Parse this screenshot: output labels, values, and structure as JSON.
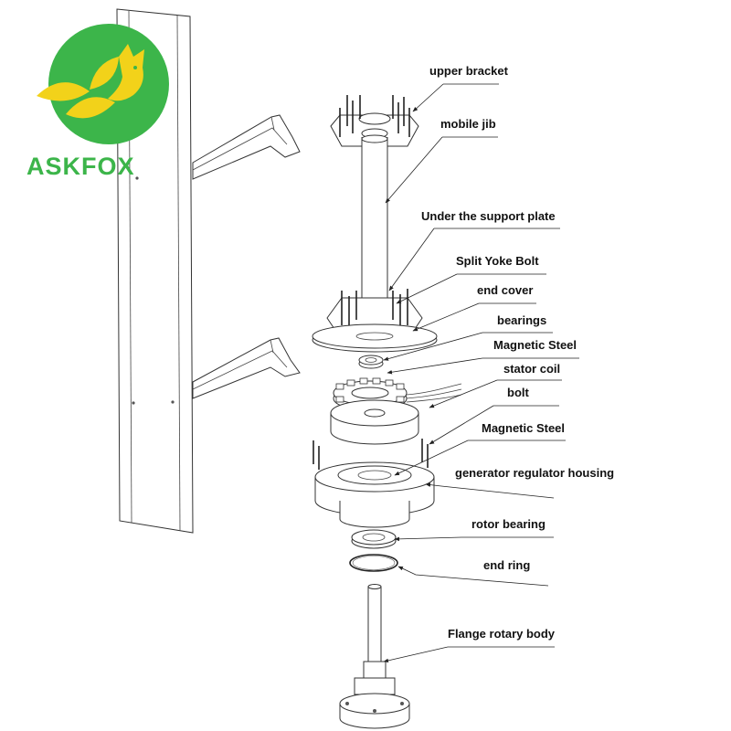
{
  "brand": {
    "name": "ASKFOX",
    "primary_color": "#3cb54a",
    "circle_color": "#3cb54a",
    "leaf_color": "#f2d21a",
    "icon": "fox-leaf-logo"
  },
  "labels": [
    "upper bracket",
    "mobile jib",
    "Under the support plate",
    "Split Yoke Bolt",
    "end cover",
    "bearings",
    "Magnetic Steel",
    "stator coil",
    "bolt",
    "Magnetic Steel",
    "generator regulator housing",
    "rotor bearing",
    "end ring",
    "Flange rotary body"
  ]
}
